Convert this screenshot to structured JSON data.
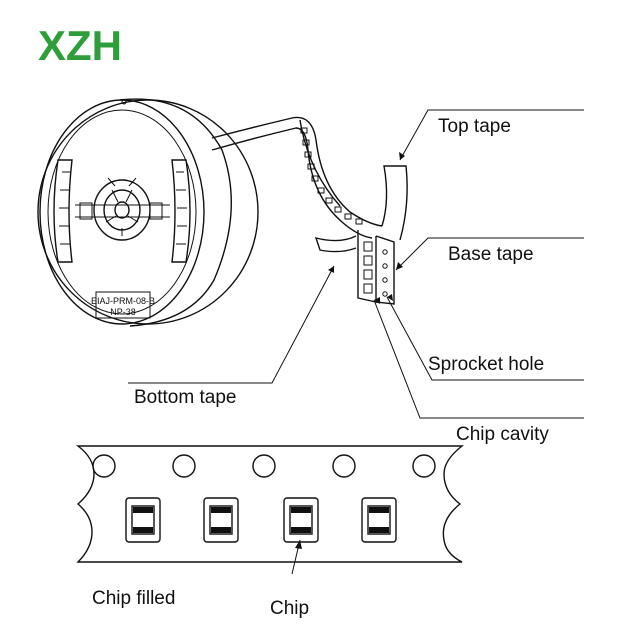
{
  "logo": {
    "text": "XZH",
    "color": "#2e9e3a"
  },
  "reel": {
    "label_line1": "EIAJ-PRM-08-B",
    "label_line2": "NP-38"
  },
  "labels": {
    "top_tape": "Top tape",
    "base_tape": "Base tape",
    "sprocket_hole": "Sprocket hole",
    "chip_cavity": "Chip cavity",
    "bottom_tape": "Bottom tape",
    "chip_filled": "Chip filled",
    "chip": "Chip"
  },
  "colors": {
    "line": "#111111",
    "background": "#ffffff"
  }
}
